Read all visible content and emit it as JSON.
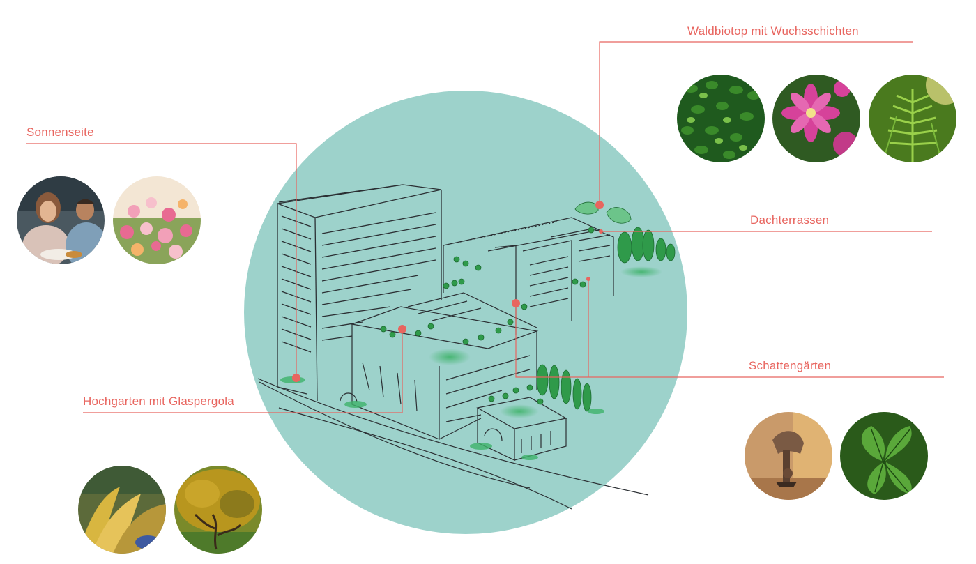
{
  "callouts": {
    "sonnenseite": "Sonnenseite",
    "hochgarten": "Hochgarten mit Glaspergola",
    "waldbiotop": "Waldbiotop mit Wuchsschichten",
    "dachterrassen": "Dachterrassen",
    "schattengaerten": "Schattengärten"
  },
  "photos": {
    "sonnenseite": [
      "couple-cafe-photo",
      "cosmos-flowers-photo"
    ],
    "hochgarten": [
      "ornamental-grass-photo",
      "japanese-maple-photo"
    ],
    "waldbiotop": [
      "foliage-photo",
      "clematis-flower-photo",
      "fern-photo"
    ],
    "schattengaerten": [
      "yoga-pose-photo",
      "ginkgo-leaves-photo"
    ]
  },
  "colors": {
    "accent": "#e8655f",
    "circle": "#9dd2cb",
    "sketch": "#2b2f33",
    "greenery": "#2f9a4a"
  }
}
